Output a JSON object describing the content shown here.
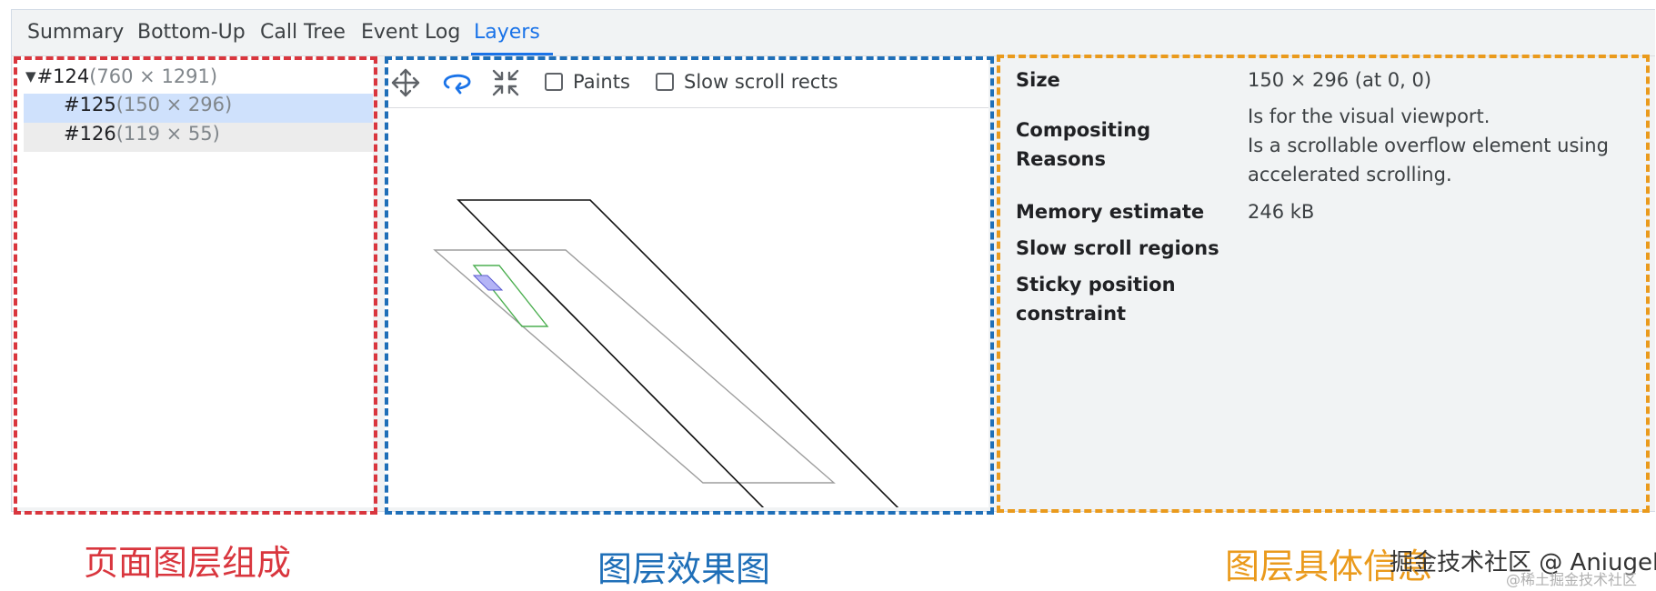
{
  "tabs": [
    {
      "label": "Summary"
    },
    {
      "label": "Bottom-Up"
    },
    {
      "label": "Call Tree"
    },
    {
      "label": "Event Log"
    },
    {
      "label": "Layers"
    }
  ],
  "tree": {
    "items": [
      {
        "label": "#124",
        "dims": "(760 × 1291)",
        "expanded": true
      },
      {
        "label": "#125",
        "dims": "(150 × 296)",
        "selected": true
      },
      {
        "label": "#126",
        "dims": "(119 × 55)"
      }
    ]
  },
  "toolbar": {
    "pan_icon": "move-arrows-icon",
    "rotate_icon": "rotate-icon",
    "reset_icon": "collapse-arrows-icon",
    "paints_label": "Paints",
    "slow_scroll_label": "Slow scroll rects"
  },
  "details": {
    "size_key": "Size",
    "size_value": "150 × 296 (at 0, 0)",
    "compositing_key": "Compositing Reasons",
    "compositing_value_1": "Is for the visual viewport.",
    "compositing_value_2": "Is a scrollable overflow element using accelerated scrolling.",
    "memory_key": "Memory estimate",
    "memory_value": "246 kB",
    "slow_scroll_key": "Slow scroll regions",
    "sticky_key": "Sticky position constraint"
  },
  "annotations": {
    "tree_caption": "页面图层组成",
    "view_caption": "图层效果图",
    "details_caption": "图层具体信息",
    "watermark": "掘金技术社区 @ Aniugel",
    "watermark_small": "@稀土掘金技术社区"
  },
  "colors": {
    "accent": "#1a73e8",
    "selected_row": "#cfe1fc",
    "annotation_red": "#d9363e",
    "annotation_blue": "#1f6fb8",
    "annotation_orange": "#ea9a1c"
  }
}
